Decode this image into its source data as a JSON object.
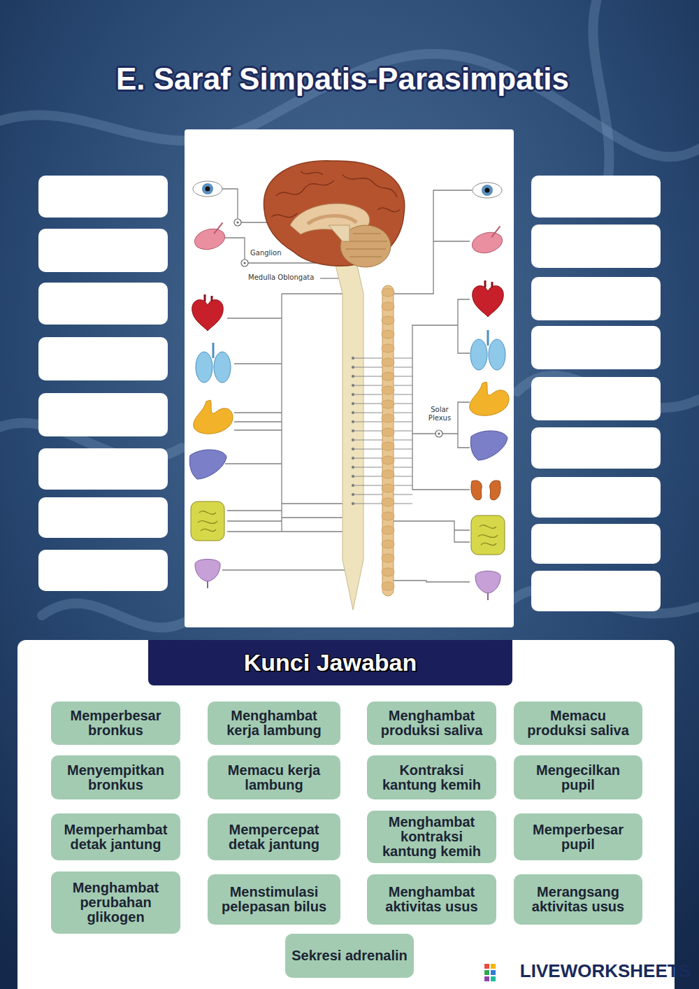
{
  "diagram": {
    "title": "E. Saraf Simpatis-Parasimpatis",
    "nodes": [
      {
        "text": [
          "Kunci Jawaban"
        ]
      },
      {
        "text": [
          "Memperbesar bronkus"
        ]
      },
      {
        "text": [
          "Menghambat kerja lambung"
        ]
      },
      {
        "text": [
          "Menghambat produksi saliva"
        ]
      },
      {
        "text": [
          "Memacu produksi saliva"
        ]
      },
      {
        "text": [
          "Menyempitkan bronkus"
        ]
      },
      {
        "text": [
          "Memacu kerja lambung"
        ]
      },
      {
        "text": [
          "Kontraksi kantung kemih"
        ]
      },
      {
        "text": [
          "Mengecilkan pupil"
        ]
      },
      {
        "text": [
          "Memperhambat detak jantung"
        ]
      },
      {
        "text": [
          "Mempercepat detak jantung"
        ]
      },
      {
        "text": [
          "Menghambat kontraksi kantung kemih"
        ]
      },
      {
        "text": [
          "Memperbesar pupil"
        ]
      },
      {
        "text": [
          "Menghambat perubahan glikogen"
        ]
      },
      {
        "text": [
          "Menstimulasi pelepasan bilus"
        ]
      },
      {
        "text": [
          "Menghambat aktivitas usus"
        ]
      },
      {
        "text": [
          "Merangsang aktivitas usus"
        ]
      },
      {
        "text": [
          "Sekresi adrenalin"
        ]
      }
    ],
    "labels": [
      "Ganglion",
      "Medulla Oblongata",
      "Solar Plexus",
      "LIVEWORKSHEETS"
    ]
  }
}
